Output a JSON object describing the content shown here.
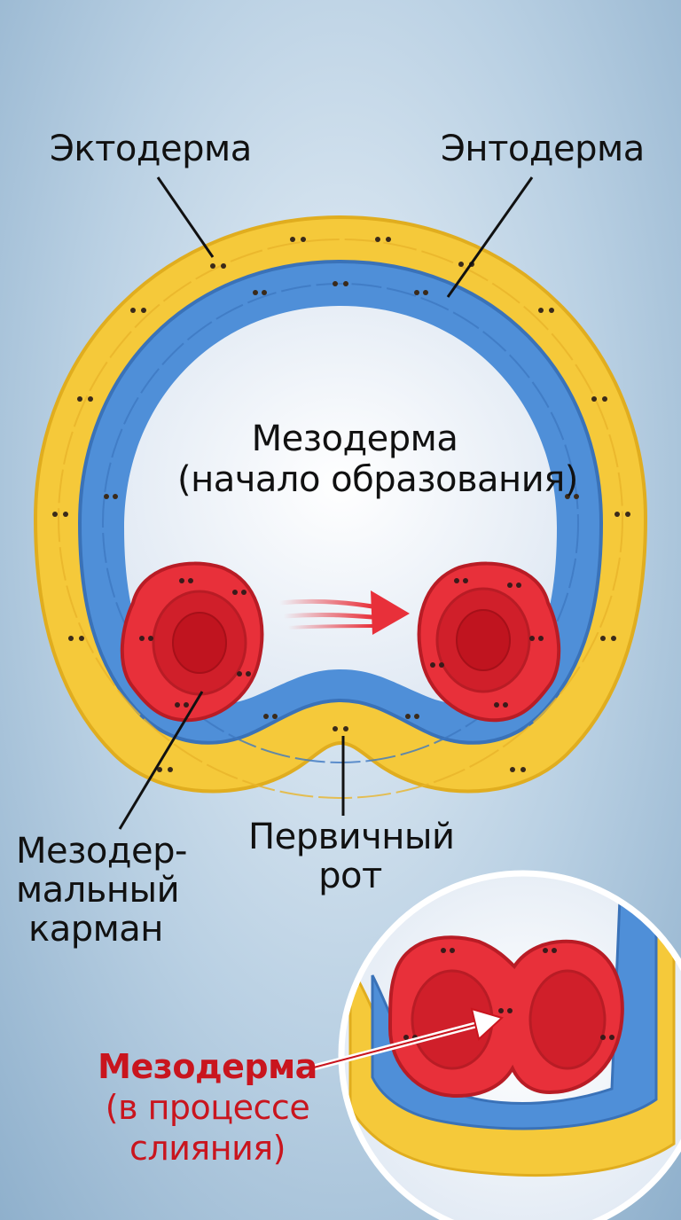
{
  "labels": {
    "ectoderm": "Эктодерма",
    "endoderm": "Энтодерма",
    "mesoderm_line1": "Мезодерма",
    "mesoderm_line2": "(начало образования)",
    "pocket_line1": "Мезодер-",
    "pocket_line2": "мальный",
    "pocket_line3": "карман",
    "mouth_line1": "Первичный",
    "mouth_line2": "рот",
    "fusion_line1": "Мезодерма",
    "fusion_line2": "(в процессе",
    "fusion_line3": "слияния)"
  },
  "colors": {
    "ectoderm": "#f5c93a",
    "endoderm": "#4f8fd8",
    "mesoderm": "#e8303a",
    "highlight_text": "#c9151e"
  }
}
